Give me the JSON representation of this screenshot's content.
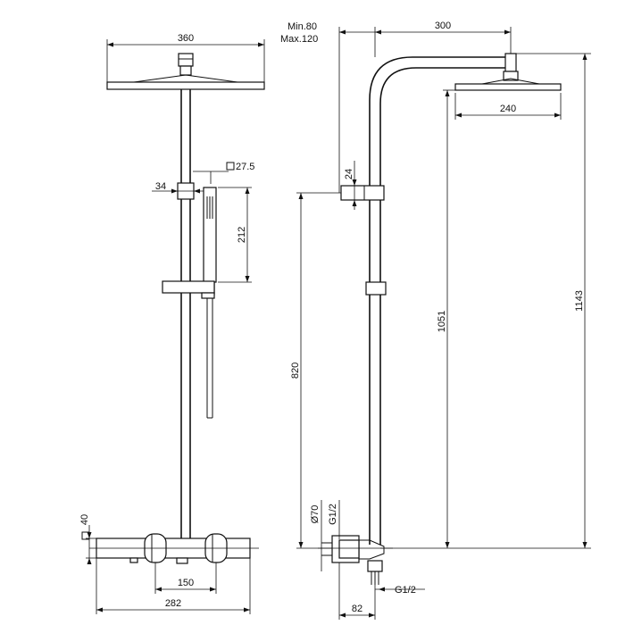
{
  "front_view": {
    "head_width": "360",
    "handshower_square": "27.5",
    "slider_offset": "34",
    "handshower_length": "212",
    "mixer_square": "40",
    "inlet_spacing": "150",
    "mixer_width": "282"
  },
  "side_view": {
    "arm_projection_min": "Min.80",
    "arm_projection_max": "Max.120",
    "arm_length": "300",
    "head_width": "240",
    "bracket_height": "24",
    "bracket_elevation": "820",
    "head_elevation": "1051",
    "total_height": "1143",
    "eccentric_diameter": "Ø70",
    "eccentric_thread": "G1/2",
    "outlet_thread": "G1/2",
    "wall_offset": "82"
  }
}
